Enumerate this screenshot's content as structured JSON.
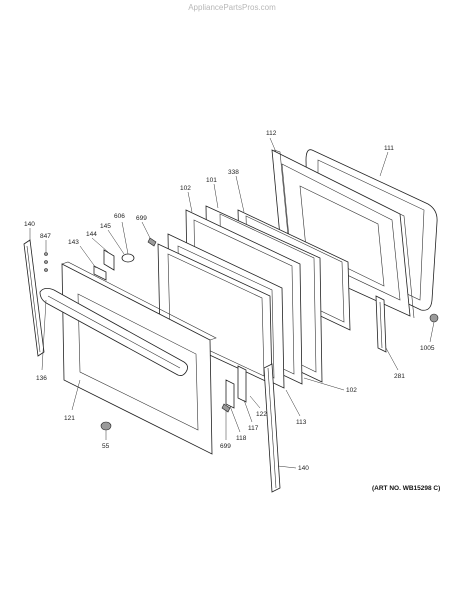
{
  "watermark": "AppliancePartsPros.com",
  "art_number": "(ART NO. WB15298 C)",
  "callouts": {
    "c112": "112",
    "c111": "111",
    "c338": "338",
    "c101": "101",
    "c102a": "102",
    "c140a": "140",
    "c847": "847",
    "c145": "145",
    "c606": "606",
    "c699a": "699",
    "c144": "144",
    "c143": "143",
    "c136": "136",
    "c121": "121",
    "c55": "55",
    "c699b": "699",
    "c118": "118",
    "c117": "117",
    "c122": "122",
    "c113": "113",
    "c102b": "102",
    "c281": "281",
    "c1005": "1005",
    "c140b": "140"
  }
}
